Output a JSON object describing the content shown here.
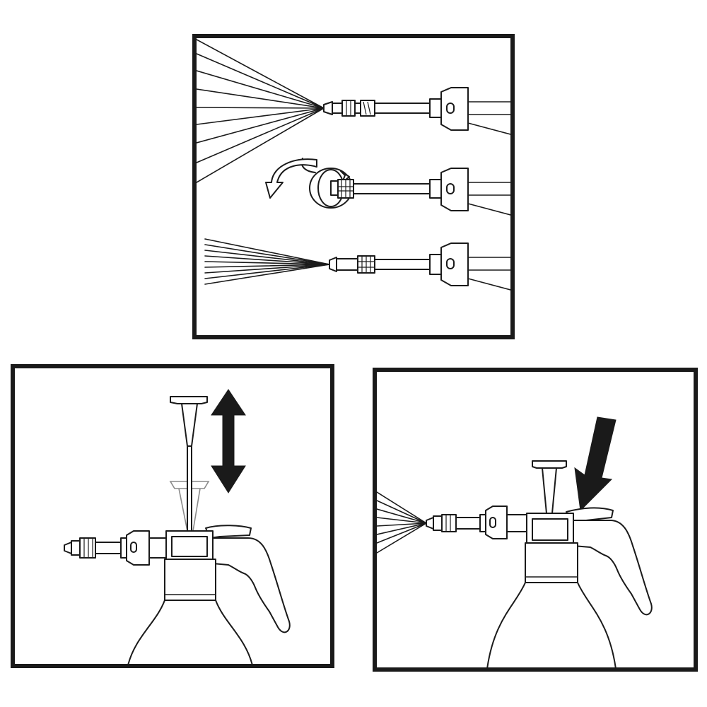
{
  "figure": {
    "panels": [
      {
        "id": "spray-adjust",
        "steps": [
          "wide-spray",
          "twist-nozzle",
          "narrow-jet"
        ],
        "icons": [
          "rotate-arrow-icon"
        ]
      },
      {
        "id": "pump-pressurize",
        "icons": [
          "up-down-arrow-icon"
        ]
      },
      {
        "id": "press-to-spray",
        "icons": [
          "down-arrow-icon"
        ]
      }
    ],
    "colors": {
      "ink": "#1a1a1a",
      "ghost": "#8a8a8a",
      "paper": "#ffffff"
    }
  }
}
